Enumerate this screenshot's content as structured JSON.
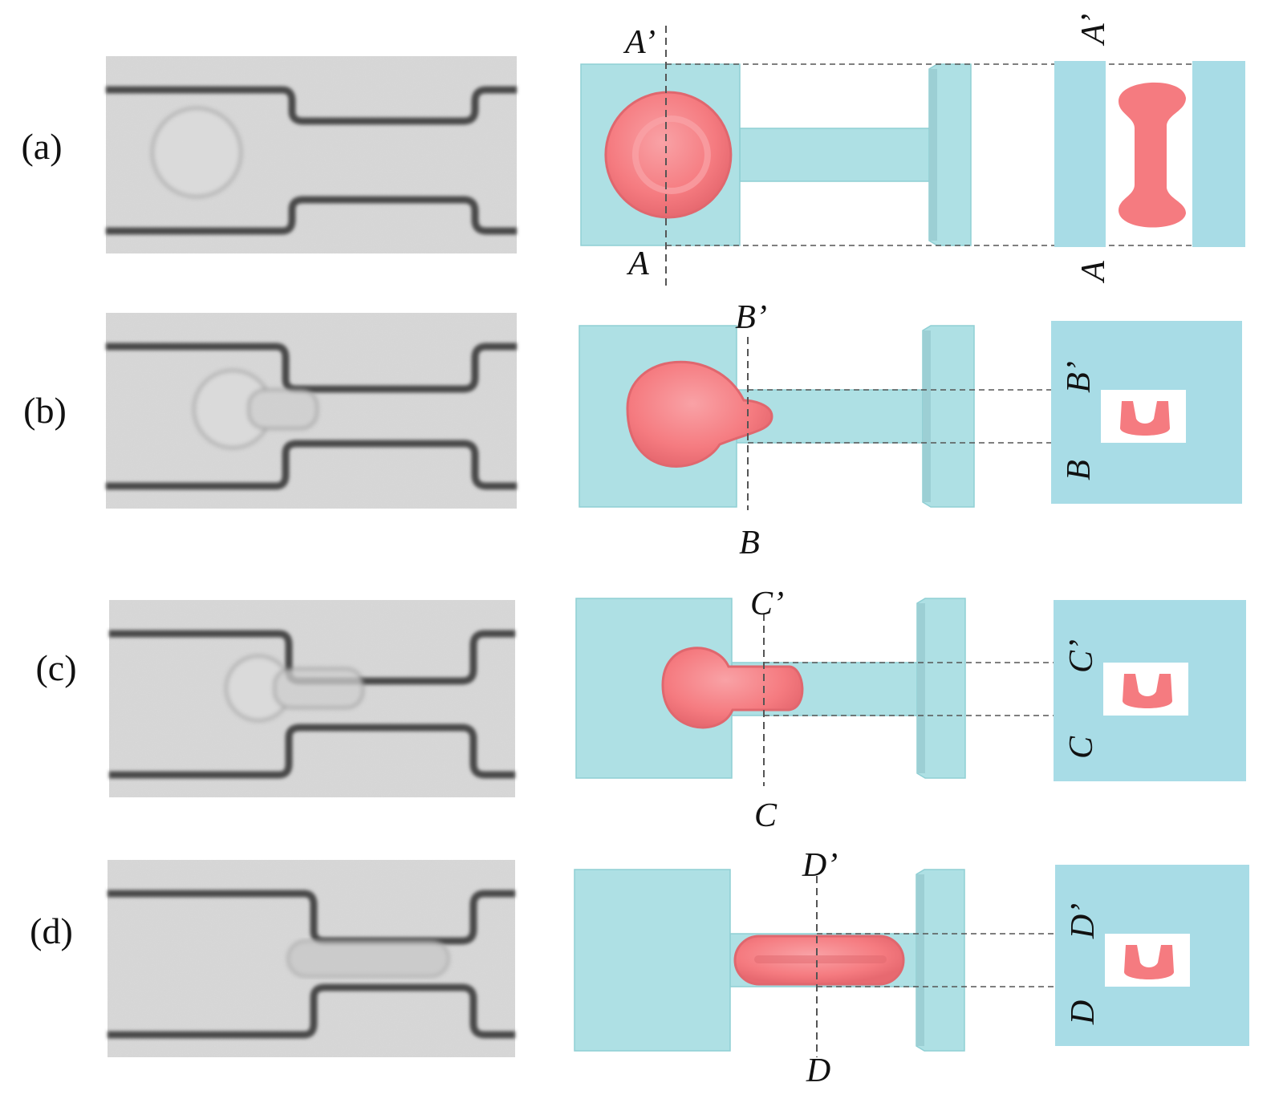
{
  "colors": {
    "chip": "#aee0e4",
    "chip_edge": "#8fcfd4",
    "chip_side": "#9ccfd4",
    "cell": "#f57b80",
    "cell_dark": "#e0676e",
    "photo_bg": "#d9d9d9",
    "photo_wall": "#4a4a4a",
    "section_bg": "#a8dce6",
    "dash": "#555555"
  },
  "icons": {
    "micrograph": "grayscale-channel-photo",
    "model": "3d-chip-model",
    "cross_section": "cross-section-view"
  },
  "rows": [
    {
      "id": "a",
      "label": "(a)",
      "section_top": "A’",
      "section_bottom": "A",
      "cross_top": "A’",
      "cross_bottom": "A",
      "stage": "cell-in-chamber"
    },
    {
      "id": "b",
      "label": "(b)",
      "section_top": "B’",
      "section_bottom": "B",
      "cross_top": "B’",
      "cross_bottom": "B",
      "stage": "cell-entering-channel"
    },
    {
      "id": "c",
      "label": "(c)",
      "section_top": "C’",
      "section_bottom": "C",
      "cross_top": "C’",
      "cross_bottom": "C",
      "stage": "cell-half-in-channel"
    },
    {
      "id": "d",
      "label": "(d)",
      "section_top": "D’",
      "section_bottom": "D",
      "cross_top": "D’",
      "cross_bottom": "D",
      "stage": "cell-in-channel"
    }
  ]
}
